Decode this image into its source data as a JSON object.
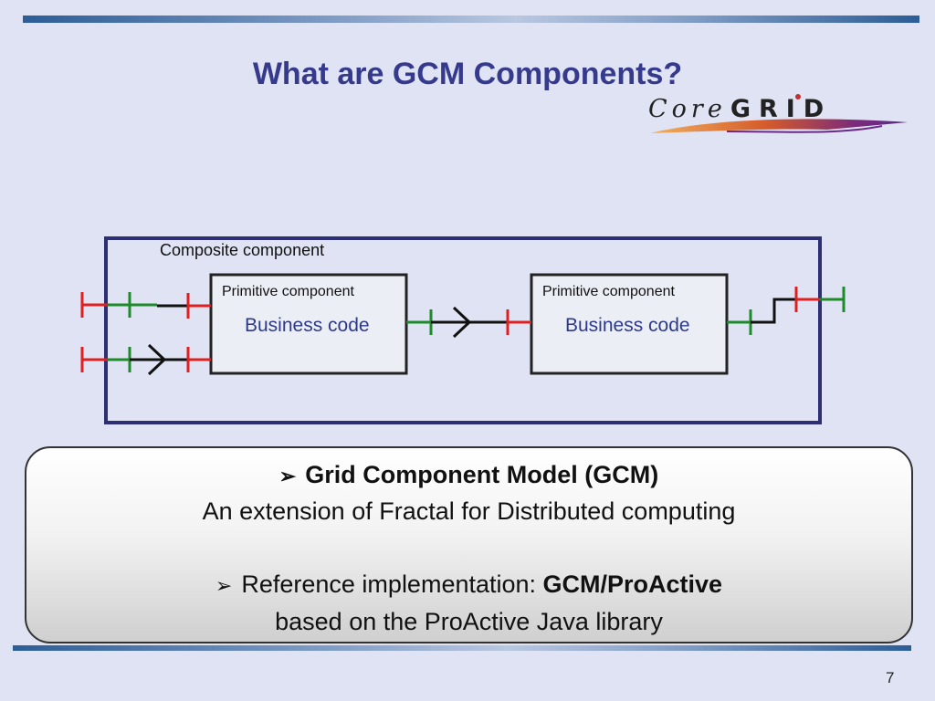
{
  "slide": {
    "title": "What are GCM Components?",
    "page_number": "7"
  },
  "logo": {
    "core": "Core",
    "grid": "GRID"
  },
  "diagram": {
    "composite_label": "Composite component",
    "primitive_left": {
      "label": "Primitive component",
      "body": "Business code"
    },
    "primitive_right": {
      "label": "Primitive component",
      "body": "Business code"
    }
  },
  "info_box": {
    "line1": "Grid Component Model (GCM)",
    "line2": "An extension of Fractal for Distributed computing",
    "line3_prefix": "Reference implementation: ",
    "line3_bold": "GCM/ProActive",
    "line4": "based on the ProActive Java library",
    "bullet_icon": "➢"
  },
  "colors": {
    "title": "#353a8c",
    "composite_border": "#2c2f73",
    "client_interface": "#e02020",
    "server_interface": "#1e8a2a",
    "binding": "#111111"
  }
}
